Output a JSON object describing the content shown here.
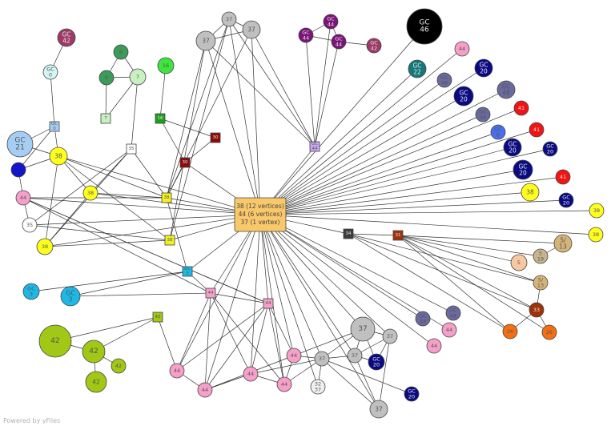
{
  "footer": "Powered by yFiles",
  "hub_lines": [
    "38 (12 vertices)",
    "44 (6 vertices)",
    "37 (1 vertex)"
  ],
  "nodes": [
    {
      "id": "hub",
      "shape": "rect",
      "lines": [],
      "color": "#f9c86a"
    },
    {
      "id": "gc42_tl",
      "shape": "circle",
      "lines": [
        "GC",
        "42"
      ],
      "color": "#9e3a66"
    },
    {
      "id": "gc0",
      "shape": "circle",
      "lines": [
        "GC",
        "0"
      ],
      "color": "#d4f4f4"
    },
    {
      "id": "gc21",
      "shape": "circle",
      "lines": [
        "GC",
        "21"
      ],
      "color": "#a6cef4"
    },
    {
      "id": "sq_gc_small",
      "shape": "square",
      "lines": [
        "GC",
        "0"
      ],
      "color": "#a6cef4"
    },
    {
      "id": "blue_dot",
      "shape": "circle",
      "lines": [],
      "color": "#1414c8"
    },
    {
      "id": "y38_a",
      "shape": "circle",
      "lines": [
        "38"
      ],
      "color": "#ffff1e"
    },
    {
      "id": "p44_l",
      "shape": "circle",
      "lines": [
        "44"
      ],
      "color": "#f59fc9"
    },
    {
      "id": "w35",
      "shape": "circle",
      "lines": [
        "35"
      ],
      "color": "#ffffff"
    },
    {
      "id": "y38_b",
      "shape": "circle",
      "lines": [
        "38"
      ],
      "color": "#ffff1e"
    },
    {
      "id": "y38_c",
      "shape": "circle",
      "lines": [
        "38"
      ],
      "color": "#ffff1e"
    },
    {
      "id": "sq_y38_a",
      "shape": "square",
      "lines": [
        "38"
      ],
      "color": "#f2f21e"
    },
    {
      "id": "sq_y38_b",
      "shape": "square",
      "lines": [
        "38"
      ],
      "color": "#f2f21e"
    },
    {
      "id": "gc3_a",
      "shape": "circle",
      "lines": [
        "GC",
        "3"
      ],
      "color": "#1eb8e6"
    },
    {
      "id": "gc3_b",
      "shape": "circle",
      "lines": [
        "GC",
        "3"
      ],
      "color": "#1eb8e6"
    },
    {
      "id": "sq_gc3",
      "shape": "square",
      "lines": [
        "GC",
        "3"
      ],
      "color": "#1eb8e6"
    },
    {
      "id": "sq_w35",
      "shape": "square",
      "lines": [
        "35"
      ],
      "color": "#ffffff"
    },
    {
      "id": "g6",
      "shape": "circle",
      "lines": [
        "6"
      ],
      "color": "#3c9a5a"
    },
    {
      "id": "g0",
      "shape": "circle",
      "lines": [
        "0"
      ],
      "color": "#3c9a5a"
    },
    {
      "id": "g7",
      "shape": "circle",
      "lines": [
        "7"
      ],
      "color": "#c8f0c0"
    },
    {
      "id": "sq_g7",
      "shape": "square",
      "lines": [
        "7"
      ],
      "color": "#c8f0c0"
    },
    {
      "id": "g16",
      "shape": "circle",
      "lines": [
        "16"
      ],
      "color": "#3ce63c"
    },
    {
      "id": "sq_g16",
      "shape": "square",
      "lines": [
        "16"
      ],
      "color": "#1e9e1e"
    },
    {
      "id": "sq_r30_a",
      "shape": "square",
      "lines": [
        "30"
      ],
      "color": "#8c0a0a"
    },
    {
      "id": "sq_r30_b",
      "shape": "square",
      "lines": [
        "30"
      ],
      "color": "#8c0a0a"
    },
    {
      "id": "g37_a",
      "shape": "circle",
      "lines": [
        "37"
      ],
      "color": "#c0c0c0"
    },
    {
      "id": "g37_b",
      "shape": "circle",
      "lines": [
        "37"
      ],
      "color": "#c0c0c0"
    },
    {
      "id": "g37_c",
      "shape": "circle",
      "lines": [
        "37"
      ],
      "color": "#c0c0c0"
    },
    {
      "id": "gc44_a",
      "shape": "circle",
      "lines": [
        "GC",
        "44"
      ],
      "color": "#7a1478"
    },
    {
      "id": "gc44_b",
      "shape": "circle",
      "lines": [
        "GC",
        "44"
      ],
      "color": "#7a1478"
    },
    {
      "id": "gc44_c",
      "shape": "circle",
      "lines": [
        "GC",
        "44"
      ],
      "color": "#7a1478"
    },
    {
      "id": "gc42_t",
      "shape": "circle",
      "lines": [
        "GC",
        "42"
      ],
      "color": "#9e3a66"
    },
    {
      "id": "sq_lav",
      "shape": "square",
      "lines": [
        "GC",
        "44"
      ],
      "color": "#c8a6f4"
    },
    {
      "id": "gc46",
      "shape": "circle",
      "lines": [
        "GC",
        "46"
      ],
      "color": "#000000"
    },
    {
      "id": "gc22",
      "shape": "circle",
      "lines": [
        "GC",
        "22"
      ],
      "color": "#147878"
    },
    {
      "id": "p44_tr",
      "shape": "circle",
      "lines": [
        "44"
      ],
      "color": "#f59fc9"
    },
    {
      "id": "gc48_a",
      "shape": "circle",
      "lines": [
        "GC",
        "48"
      ],
      "color": "#6a6aa0"
    },
    {
      "id": "gc20_a",
      "shape": "circle",
      "lines": [
        "GC",
        "20"
      ],
      "color": "#0a0a82"
    },
    {
      "id": "gc20_b",
      "shape": "circle",
      "lines": [
        "GC",
        "20"
      ],
      "color": "#0a0a82"
    },
    {
      "id": "gc48_b",
      "shape": "circle",
      "lines": [
        "GC",
        "48"
      ],
      "color": "#6a6aa0"
    },
    {
      "id": "r41_a",
      "shape": "circle",
      "lines": [
        "41"
      ],
      "color": "#f01414"
    },
    {
      "id": "gc48_c",
      "shape": "circle",
      "lines": [
        "GC",
        "48"
      ],
      "color": "#6a6aa0"
    },
    {
      "id": "gc_lb",
      "shape": "circle",
      "lines": [
        "GC",
        "6"
      ],
      "color": "#4a6ef0"
    },
    {
      "id": "r41_b",
      "shape": "circle",
      "lines": [
        "41"
      ],
      "color": "#f01414"
    },
    {
      "id": "gc20_c",
      "shape": "circle",
      "lines": [
        "GC",
        "20"
      ],
      "color": "#0a0a82"
    },
    {
      "id": "gc20_d",
      "shape": "circle",
      "lines": [
        "GC",
        "20"
      ],
      "color": "#0a0a82"
    },
    {
      "id": "gc20_e",
      "shape": "circle",
      "lines": [
        "GC",
        "20"
      ],
      "color": "#0a0a82"
    },
    {
      "id": "r41_c",
      "shape": "circle",
      "lines": [
        "41"
      ],
      "color": "#f01414"
    },
    {
      "id": "y38_r1",
      "shape": "circle",
      "lines": [
        "38"
      ],
      "color": "#ffff1e"
    },
    {
      "id": "gc20_f",
      "shape": "circle",
      "lines": [
        "GC",
        "20"
      ],
      "color": "#0a0a82"
    },
    {
      "id": "y38_r2",
      "shape": "circle",
      "lines": [
        "38"
      ],
      "color": "#ffff1e"
    },
    {
      "id": "y38_r3",
      "shape": "circle",
      "lines": [
        "38"
      ],
      "color": "#ffff1e"
    },
    {
      "id": "sq_dark",
      "shape": "square",
      "lines": [
        "34"
      ],
      "color": "#3c3c3c"
    },
    {
      "id": "sq_brown",
      "shape": "square",
      "lines": [
        "31"
      ],
      "color": "#a0320a"
    },
    {
      "id": "t57_a",
      "shape": "circle",
      "lines": [
        "5/",
        "13"
      ],
      "color": "#d6b478"
    },
    {
      "id": "t5_19",
      "shape": "circle",
      "lines": [
        "5",
        "19"
      ],
      "color": "#c8b48c"
    },
    {
      "id": "p5",
      "shape": "circle",
      "lines": [
        "5"
      ],
      "color": "#f8c8a0"
    },
    {
      "id": "t57_b",
      "shape": "circle",
      "lines": [
        "5/",
        "13"
      ],
      "color": "#d6b478"
    },
    {
      "id": "b33",
      "shape": "circle",
      "lines": [
        "33"
      ],
      "color": "#a0320a"
    },
    {
      "id": "o26_a",
      "shape": "circle",
      "lines": [
        "26"
      ],
      "color": "#f56e14"
    },
    {
      "id": "o26_b",
      "shape": "circle",
      "lines": [
        "26"
      ],
      "color": "#f56e14"
    },
    {
      "id": "gc48_d",
      "shape": "circle",
      "lines": [
        "GC",
        "48"
      ],
      "color": "#6a6aa0"
    },
    {
      "id": "gc48_e",
      "shape": "circle",
      "lines": [
        "GC",
        "48"
      ],
      "color": "#6a6aa0"
    },
    {
      "id": "p44_r1",
      "shape": "circle",
      "lines": [
        "44"
      ],
      "color": "#f59fc9"
    },
    {
      "id": "p44_r2",
      "shape": "circle",
      "lines": [
        "44"
      ],
      "color": "#f59fc9"
    },
    {
      "id": "g37_big",
      "shape": "circle",
      "lines": [
        "37"
      ],
      "color": "#c0c0c0"
    },
    {
      "id": "g37_d",
      "shape": "circle",
      "lines": [
        "37"
      ],
      "color": "#c0c0c0"
    },
    {
      "id": "g37_e",
      "shape": "circle",
      "lines": [
        "37"
      ],
      "color": "#c0c0c0"
    },
    {
      "id": "g37_f",
      "shape": "circle",
      "lines": [
        "37"
      ],
      "color": "#c0c0c0"
    },
    {
      "id": "gc20_g",
      "shape": "circle",
      "lines": [
        "GC",
        "20"
      ],
      "color": "#0a0a82"
    },
    {
      "id": "gc20_h",
      "shape": "circle",
      "lines": [
        "GC",
        "20"
      ],
      "color": "#0a0a82"
    },
    {
      "id": "g37_g",
      "shape": "circle",
      "lines": [
        "37"
      ],
      "color": "#c0c0c0"
    },
    {
      "id": "w32_37",
      "shape": "circle",
      "lines": [
        "32",
        "37"
      ],
      "color": "#f0f0f0"
    },
    {
      "id": "p44_m1",
      "shape": "circle",
      "lines": [
        "44"
      ],
      "color": "#f59fc9"
    },
    {
      "id": "p44_m2",
      "shape": "circle",
      "lines": [
        "44"
      ],
      "color": "#f59fc9"
    },
    {
      "id": "p44_m3",
      "shape": "circle",
      "lines": [
        "44"
      ],
      "color": "#f59fc9"
    },
    {
      "id": "p44_m4",
      "shape": "circle",
      "lines": [
        "44"
      ],
      "color": "#f59fc9"
    },
    {
      "id": "p44_m5",
      "shape": "circle",
      "lines": [
        "44"
      ],
      "color": "#f59fc9"
    },
    {
      "id": "sq_p44_a",
      "shape": "square",
      "lines": [
        "44"
      ],
      "color": "#f59fc9"
    },
    {
      "id": "sq_p44_b",
      "shape": "square",
      "lines": [
        "44"
      ],
      "color": "#f59fc9"
    },
    {
      "id": "gr42_big",
      "shape": "circle",
      "lines": [
        "42"
      ],
      "color": "#a0c814"
    },
    {
      "id": "gr42_b",
      "shape": "circle",
      "lines": [
        "42"
      ],
      "color": "#a0c814"
    },
    {
      "id": "gr42_c",
      "shape": "circle",
      "lines": [
        "42"
      ],
      "color": "#a0c814"
    },
    {
      "id": "gr42_d",
      "shape": "circle",
      "lines": [
        "42"
      ],
      "color": "#a0c814"
    },
    {
      "id": "sq_gr42",
      "shape": "square",
      "lines": [
        "42"
      ],
      "color": "#a0c814"
    }
  ]
}
